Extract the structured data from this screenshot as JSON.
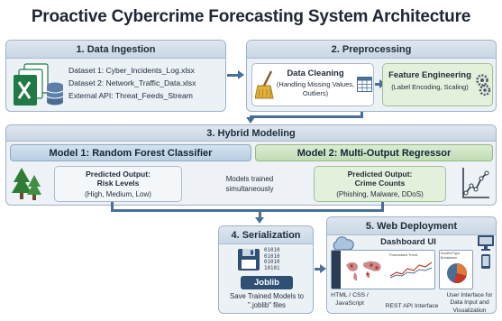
{
  "title": "Proactive Cybercrime Forecasting System Architecture",
  "ingestion": {
    "heading": "1. Data Ingestion",
    "datasets": [
      "Dataset 1: Cyber_Incidents_Log.xlsx",
      "Dataset 2: Network_Traffic_Data.xlsx",
      "External API: Threat_Feeds_Stream"
    ]
  },
  "preprocessing": {
    "heading": "2. Preprocessing",
    "cleaning_title": "Data Cleaning",
    "cleaning_detail": "(Handling Missing Values, Outliers)",
    "feature_title": "Feature Engineering",
    "feature_detail": "(Label Encoding, Scaling)"
  },
  "modeling": {
    "heading": "3. Hybrid Modeling",
    "model1_title": "Model 1: Random Forest Classifier",
    "model2_title": "Model 2: Multi-Output Regressor",
    "model1_output_label": "Predicted Output:",
    "model1_output_name": "Risk Levels",
    "model1_output_detail": "(High, Medium, Low)",
    "model2_output_label": "Predicted Output:",
    "model2_output_name": "Crime Counts",
    "model2_output_detail": "(Phishing, Malware, DDoS)",
    "parallel_note": "Models trained simultaneously"
  },
  "serialization": {
    "heading": "4. Serialization",
    "binary": "01010\n01010\n01010\n10101",
    "tool": "Joblib",
    "note": "Save Trained Models to \".joblib\" files"
  },
  "deployment": {
    "heading": "5. Web Deployment",
    "dashboard_title": "Dashboard UI",
    "thumb1_caption": "Forecasted Trend",
    "thumb2_caption": "Incident Type Breakdown",
    "label_frontend": "HTML / CSS / JavaScript",
    "label_api": "REST API Interface",
    "label_ui": "User Interface for Data Input and Visualization"
  },
  "colors": {
    "arrow": "#4a6f96",
    "excel_green": "#1f7a45",
    "tree_green": "#2e7d32",
    "db_blue": "#5b7fa6"
  }
}
